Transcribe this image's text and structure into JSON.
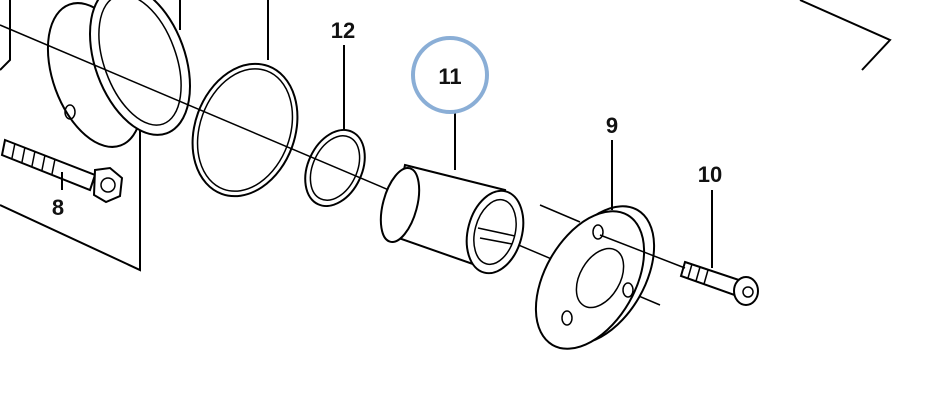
{
  "diagram": {
    "callouts": [
      {
        "id": "8",
        "label": "8"
      },
      {
        "id": "9",
        "label": "9"
      },
      {
        "id": "10",
        "label": "10"
      },
      {
        "id": "11",
        "label": "11",
        "highlighted": true
      },
      {
        "id": "12",
        "label": "12"
      }
    ],
    "highlight_color": "#8aaed6"
  }
}
